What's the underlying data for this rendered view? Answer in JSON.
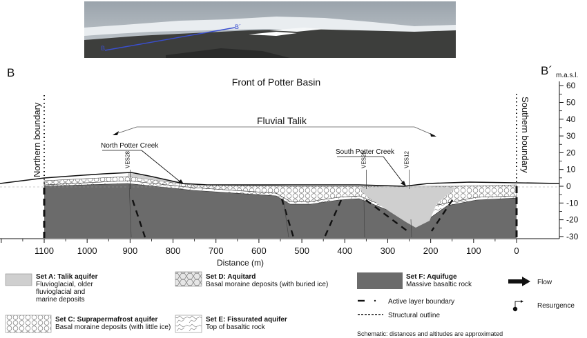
{
  "photo": {
    "label_b": "B",
    "label_b_prime": "B´",
    "colors": {
      "sky": "#9aa3ab",
      "ice": "#e9edf0",
      "ground": "#3d3e3c"
    }
  },
  "section": {
    "corner_left": "B",
    "corner_right": "B´",
    "unit_label": "m.a.s.l.",
    "title": "Front of Potter Basin",
    "talik_label": "Fluvial Talik",
    "north_creek_label": "North Potter Creek",
    "south_creek_label": "South Potter Creek",
    "north_boundary_label": "Northern boundary",
    "south_boundary_label": "Southern boundary",
    "ves_labels": [
      {
        "text": "VES28",
        "distance": 900
      },
      {
        "text": "VES20",
        "distance": 350
      },
      {
        "text": "VES12",
        "distance": 250
      }
    ],
    "x_axis": {
      "title": "Distance (m)",
      "range": [
        1200,
        0
      ],
      "ticks": [
        {
          "value": 1100,
          "label": "1100"
        },
        {
          "value": 1000,
          "label": "1000"
        },
        {
          "value": 900,
          "label": "900"
        },
        {
          "value": 800,
          "label": "800"
        },
        {
          "value": 700,
          "label": "700"
        },
        {
          "value": 600,
          "label": "600"
        },
        {
          "value": 500,
          "label": "500"
        },
        {
          "value": 400,
          "label": "400"
        },
        {
          "value": 300,
          "label": "300"
        },
        {
          "value": 200,
          "label": "200"
        },
        {
          "value": 100,
          "label": "100"
        },
        {
          "value": 0,
          "label": "0"
        }
      ]
    },
    "y_axis": {
      "range": [
        -30,
        60
      ],
      "ticks": [
        {
          "value": 60,
          "label": "60"
        },
        {
          "value": 50,
          "label": "50"
        },
        {
          "value": 40,
          "label": "40"
        },
        {
          "value": 30,
          "label": "30"
        },
        {
          "value": 20,
          "label": "20"
        },
        {
          "value": 10,
          "label": "10"
        },
        {
          "value": 0,
          "label": "0"
        },
        {
          "value": -10,
          "label": "-10"
        },
        {
          "value": -20,
          "label": "-20"
        },
        {
          "value": -30,
          "label": "-30"
        }
      ]
    },
    "colors": {
      "set_a": "#cfcfcf",
      "set_f": "#6b6b6b",
      "set_c_fill": "#ffffff",
      "line": "#111111"
    }
  },
  "legend": {
    "set_a": {
      "title": "Set A: Talik aquifer",
      "lines": [
        "Fluvioglacial, older",
        "fluvioglacial and",
        "marine deposits"
      ]
    },
    "set_c": {
      "title": "Set C: Suprapermafrost aquifer",
      "lines": [
        "Basal moraine deposits (with little ice)"
      ]
    },
    "set_d": {
      "title": "Set D: Aquitard",
      "lines": [
        "Basal moraine deposits (with buried ice)"
      ]
    },
    "set_e": {
      "title": "Set E: Fissurated aquifer",
      "lines": [
        "Top of basaltic rock"
      ]
    },
    "set_f": {
      "title": "Set F: Aquifuge",
      "lines": [
        "Massive basaltic rock"
      ]
    },
    "flow": "Flow",
    "resurgence": "Resurgence",
    "active_layer": "Active layer boundary",
    "structural": "Structural outline"
  },
  "note": "Schematic: distances and altitudes are approximated"
}
